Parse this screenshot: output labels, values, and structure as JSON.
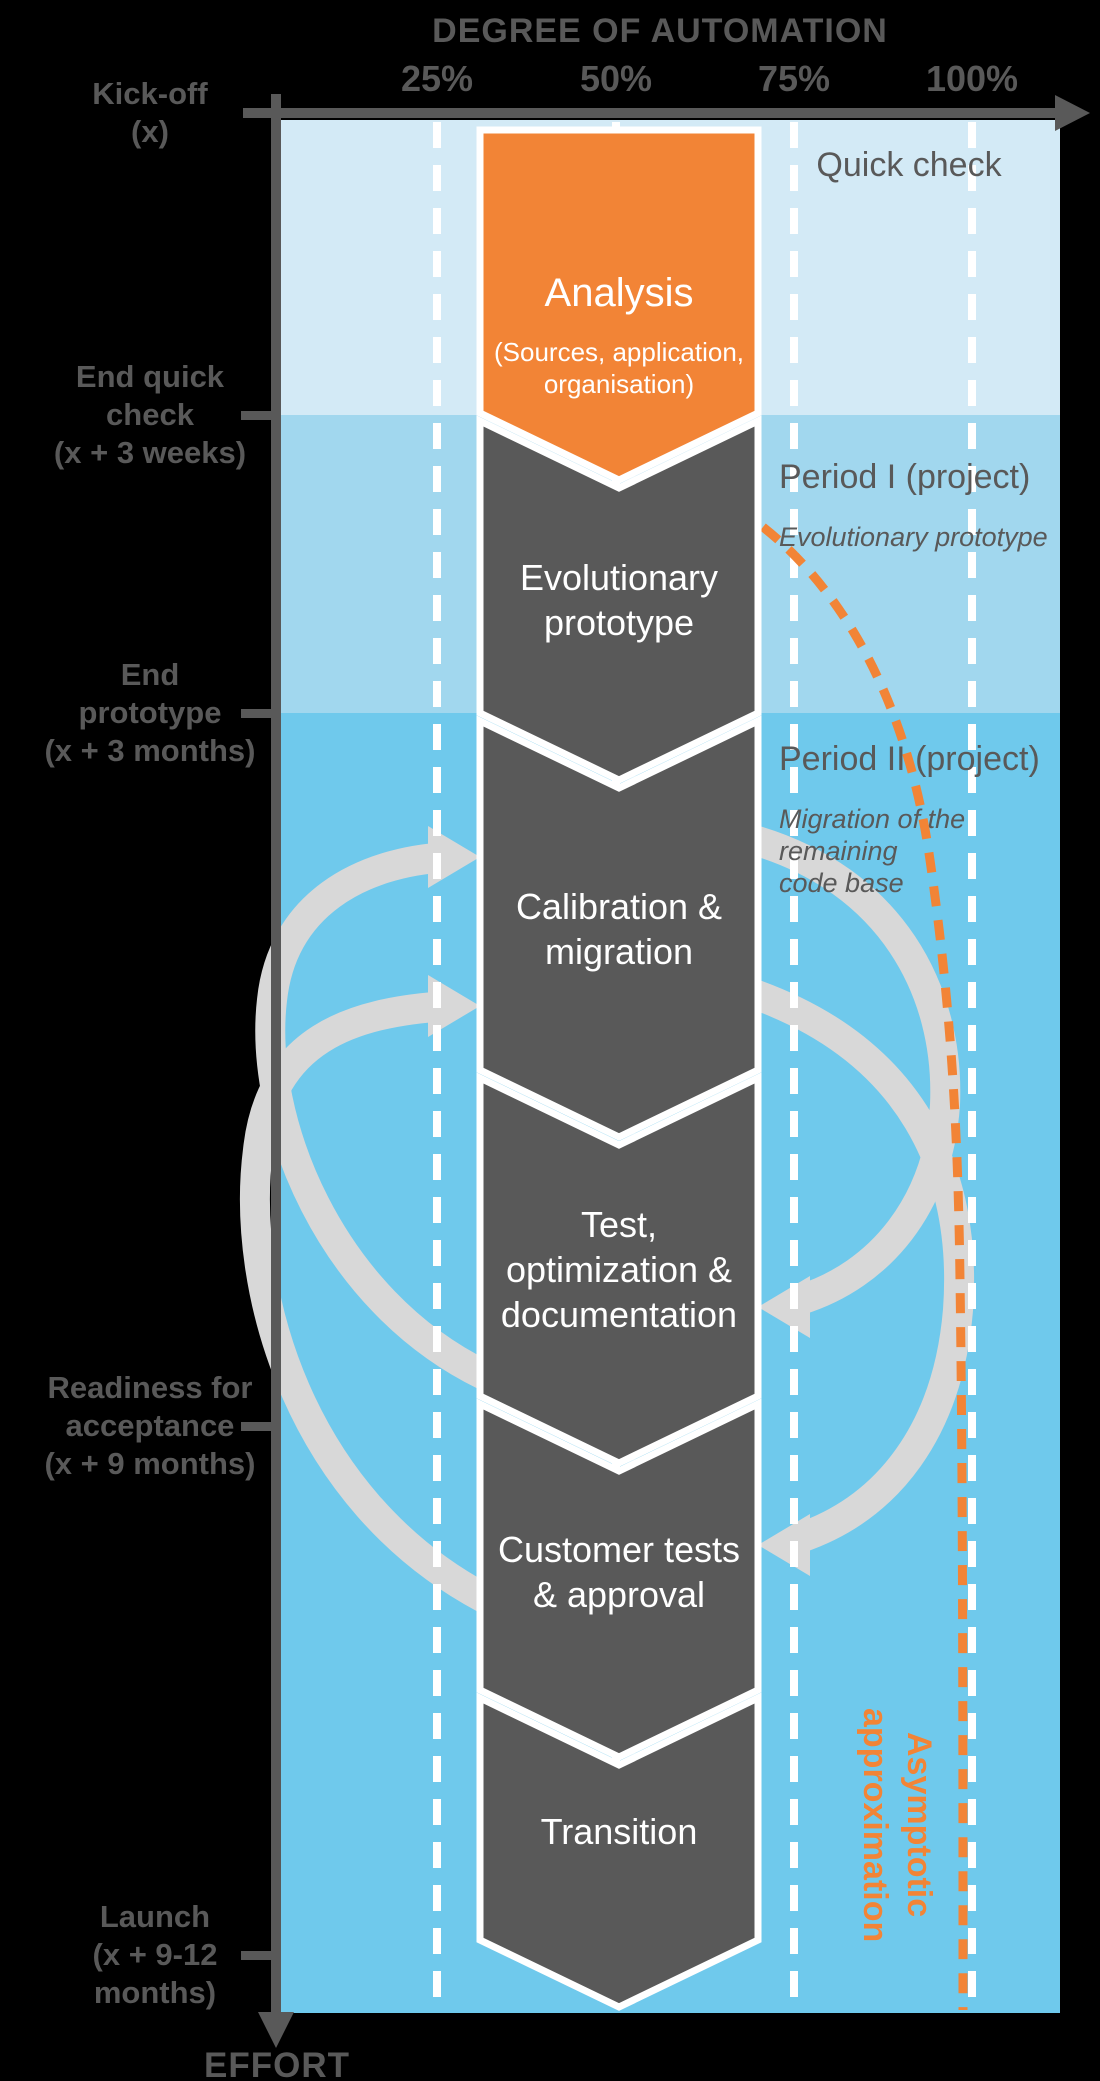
{
  "axis": {
    "title": "DEGREE OF AUTOMATION",
    "ticks": [
      "25%",
      "50%",
      "75%",
      "100%"
    ],
    "effort_label": "EFFORT"
  },
  "milestones": [
    {
      "label": "Kick-off\n(x)"
    },
    {
      "label": "End quick\ncheck\n(x + 3 weeks)"
    },
    {
      "label": "End\nprototype\n(x + 3 months)"
    },
    {
      "label": "Readiness for\nacceptance\n(x + 9 months)"
    },
    {
      "label": "Launch\n(x + 9-12\nmonths)"
    }
  ],
  "periods": [
    {
      "title": "Quick check",
      "subtitle": ""
    },
    {
      "title": "Period I (project)",
      "subtitle": "Evolutionary prototype"
    },
    {
      "title": "Period II (project)",
      "subtitle": "Migration of the remaining\ncode base"
    }
  ],
  "phases": [
    {
      "title": "Analysis",
      "subtitle": "(Sources, application,\norganisation)"
    },
    {
      "title": "Evolutionary\nprototype"
    },
    {
      "title": "Calibration &\nmigration"
    },
    {
      "title": "Test,\noptimization &\ndocumentation"
    },
    {
      "title": "Customer tests\n& approval"
    },
    {
      "title": "Transition"
    }
  ],
  "annotations": {
    "asymptotic": "Asymptotic\napproximation"
  },
  "colors": {
    "bg": "#000000",
    "gray": "#595959",
    "orange": "#f28436",
    "band1": "#d3eaf6",
    "band2": "#a1d7ee",
    "band3": "#6fc9ec",
    "loop": "#d8d8d8",
    "white": "#ffffff"
  }
}
